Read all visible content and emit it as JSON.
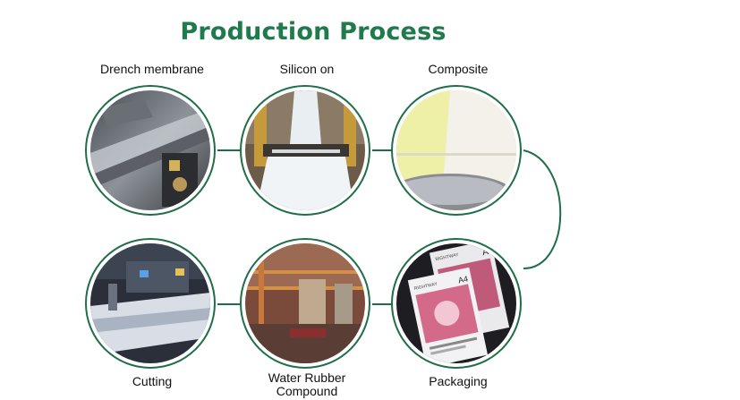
{
  "title": "Production Process",
  "steps": {
    "drench": "Drench membrane",
    "silicon": "Silicon on",
    "composite": "Composite",
    "cutting": "Cutting",
    "water_line1": "Water Rubber",
    "water_line2": "Compound",
    "packaging": "Packaging"
  },
  "photo_text": {
    "a4_top": "A4",
    "a4_front": "A4",
    "brand_back": "RIGHTWAY",
    "brand_front": "RIGHTWAY"
  },
  "colors": {
    "title": "#1f7a4c",
    "connector": "#1f6e4a"
  }
}
